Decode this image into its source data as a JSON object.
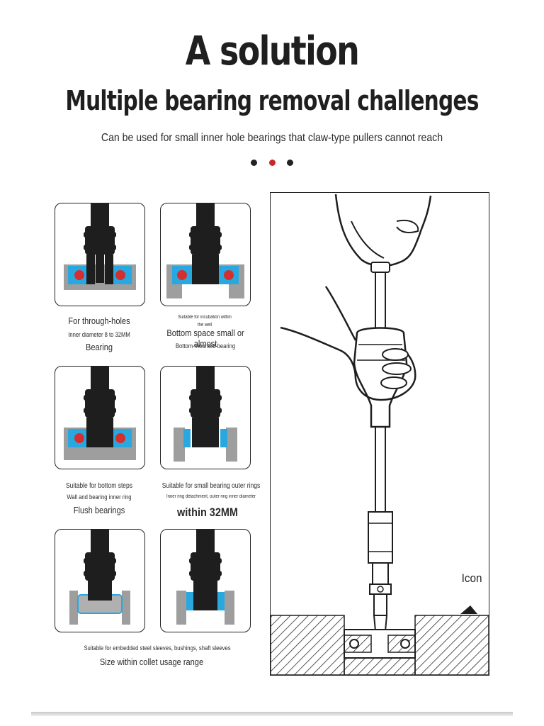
{
  "header": {
    "title": "A solution",
    "subtitle": "Multiple bearing removal challenges",
    "tagline": "Can be used for small inner hole bearings that claw-type pullers cannot reach",
    "dot_colors": [
      "#222222",
      "#c62828",
      "#222222"
    ]
  },
  "cards": {
    "c1": {
      "line1": "For through-holes",
      "line2": "Inner diameter 8 to 32MM",
      "line3": "Bearing"
    },
    "c2": {
      "line1a": "Suitable for incubation within",
      "line1b": "the well",
      "line2": "Bottom space small or almost",
      "line3": "Bottom-mounted bearing"
    },
    "c3": {
      "line1": "Suitable for bottom steps",
      "line2": "Wall and bearing inner ring",
      "line3": "Flush bearings"
    },
    "c4": {
      "line1": "Suitable for small bearing outer rings",
      "line2": "Inner ring detachment, outer ring inner diameter",
      "line3": "within 32MM"
    },
    "bottom": {
      "line1": "Suitable for embedded steel sleeves, bushings, shaft sleeves",
      "line2": "Size within collet usage range"
    }
  },
  "illustration": {
    "label": "Icon"
  },
  "colors": {
    "accent_red": "#d32f2f",
    "bearing_blue": "#29a8e0",
    "ink": "#1e1e1e",
    "housing_gray": "#9e9e9e"
  }
}
